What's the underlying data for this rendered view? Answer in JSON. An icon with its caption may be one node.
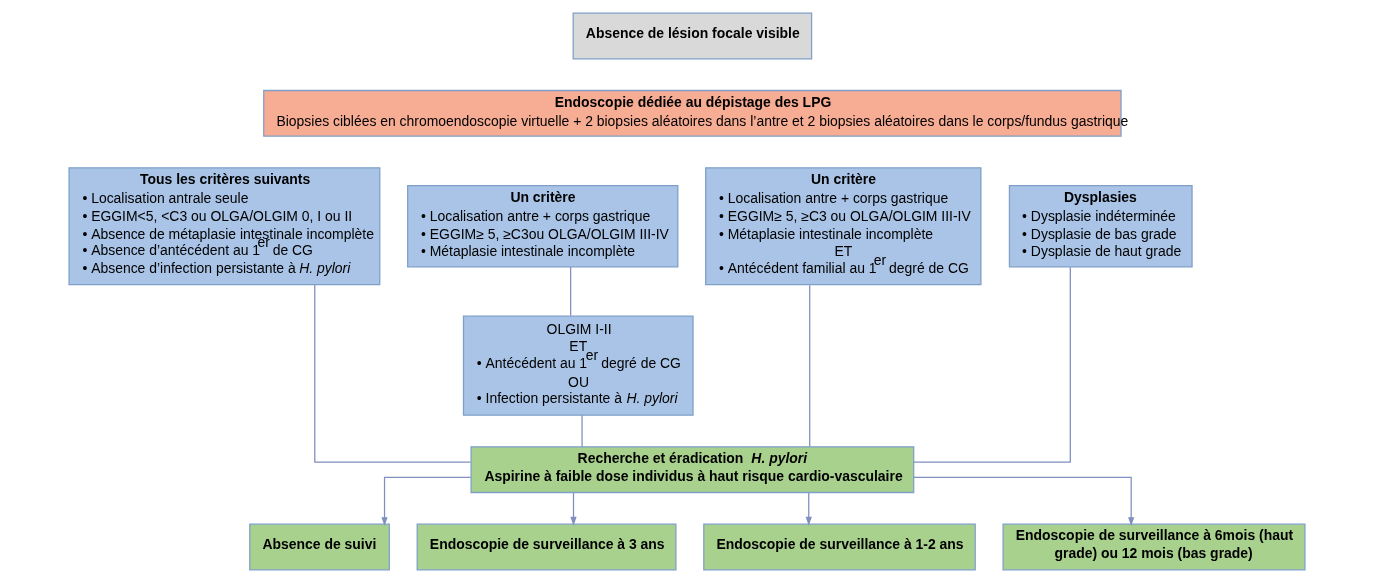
{
  "diagram": {
    "nodes": [
      {
        "text": [
          "Absence de lésion focale visible"
        ]
      },
      {
        "text": [
          "Endoscopie dédiée au dépistage des LPG",
          "Biopsies ciblées en chromoendoscopie virtuelle + 2 biopsies aléatoires dans l’antre et 2 biopsies aléatoires dans le corps/fundus gastrique"
        ]
      },
      {
        "text": [
          "Tous les critères suivants",
          "• Localisation antrale seule",
          "• EGGIM<5, <C3 ou OLGA/OLGIM 0, I ou II",
          "• Absence de métaplasie intestinale incomplète",
          "• Absence d’antécédent au 1$^{er}$ de CG",
          "• Absence d’infection persistante à *H. pylori*"
        ]
      },
      {
        "text": [
          "Un critère",
          "• Localisation antre + corps gastrique",
          "• EGGIM≥ 5, ≥C3ou OLGA/OLGIM III-IV",
          "• Métaplasie intestinale incomplète"
        ]
      },
      {
        "text": [
          "OLGIM I-II",
          "ET",
          "• Antécédent au 1$^{er}$ degré de CG",
          "OU",
          "• Infection persistante à *H. pylori*"
        ]
      },
      {
        "text": [
          "Un critère",
          "• Localisation antre + corps gastrique",
          "• EGGIM≥ 5, ≥C3 ou OLGA/OLGIM III-IV",
          "• Métaplasie intestinale incomplète",
          "ET",
          "• Antécédent familial au 1$^{er}$ degré de CG"
        ]
      },
      {
        "text": [
          "Dysplasies",
          "• Dysplasie indéterminée",
          "• Dysplasie de bas grade",
          "• Dysplasie de haut grade"
        ]
      },
      {
        "text": [
          "Recherche et éradication *H. pylori*",
          "Aspirine à faible dose individus à haut risque cardio-vasculaire"
        ]
      },
      {
        "text": [
          "Absence de suivi"
        ]
      },
      {
        "text": [
          "Endoscopie de surveillance à 3 ans"
        ]
      },
      {
        "text": [
          "Endoscopie de surveillance à 1-2 ans"
        ]
      },
      {
        "text": [
          "Endoscopie de surveillance à 6mois (haut grade) ou 12 mois (bas grade)"
        ]
      }
    ],
    "edges": [
      {
        "from": 2,
        "to": 7,
        "arrow": "none"
      },
      {
        "from": 3,
        "to": 4,
        "arrow": "none"
      },
      {
        "from": 4,
        "to": 7,
        "arrow": "none"
      },
      {
        "from": 5,
        "to": 7,
        "arrow": "none"
      },
      {
        "from": 6,
        "to": 7,
        "arrow": "none"
      },
      {
        "from": 7,
        "to": 8,
        "arrow": "to"
      },
      {
        "from": 7,
        "to": 9,
        "arrow": "to"
      },
      {
        "from": 7,
        "to": 10,
        "arrow": "to"
      },
      {
        "from": 7,
        "to": 11,
        "arrow": "to"
      }
    ]
  }
}
